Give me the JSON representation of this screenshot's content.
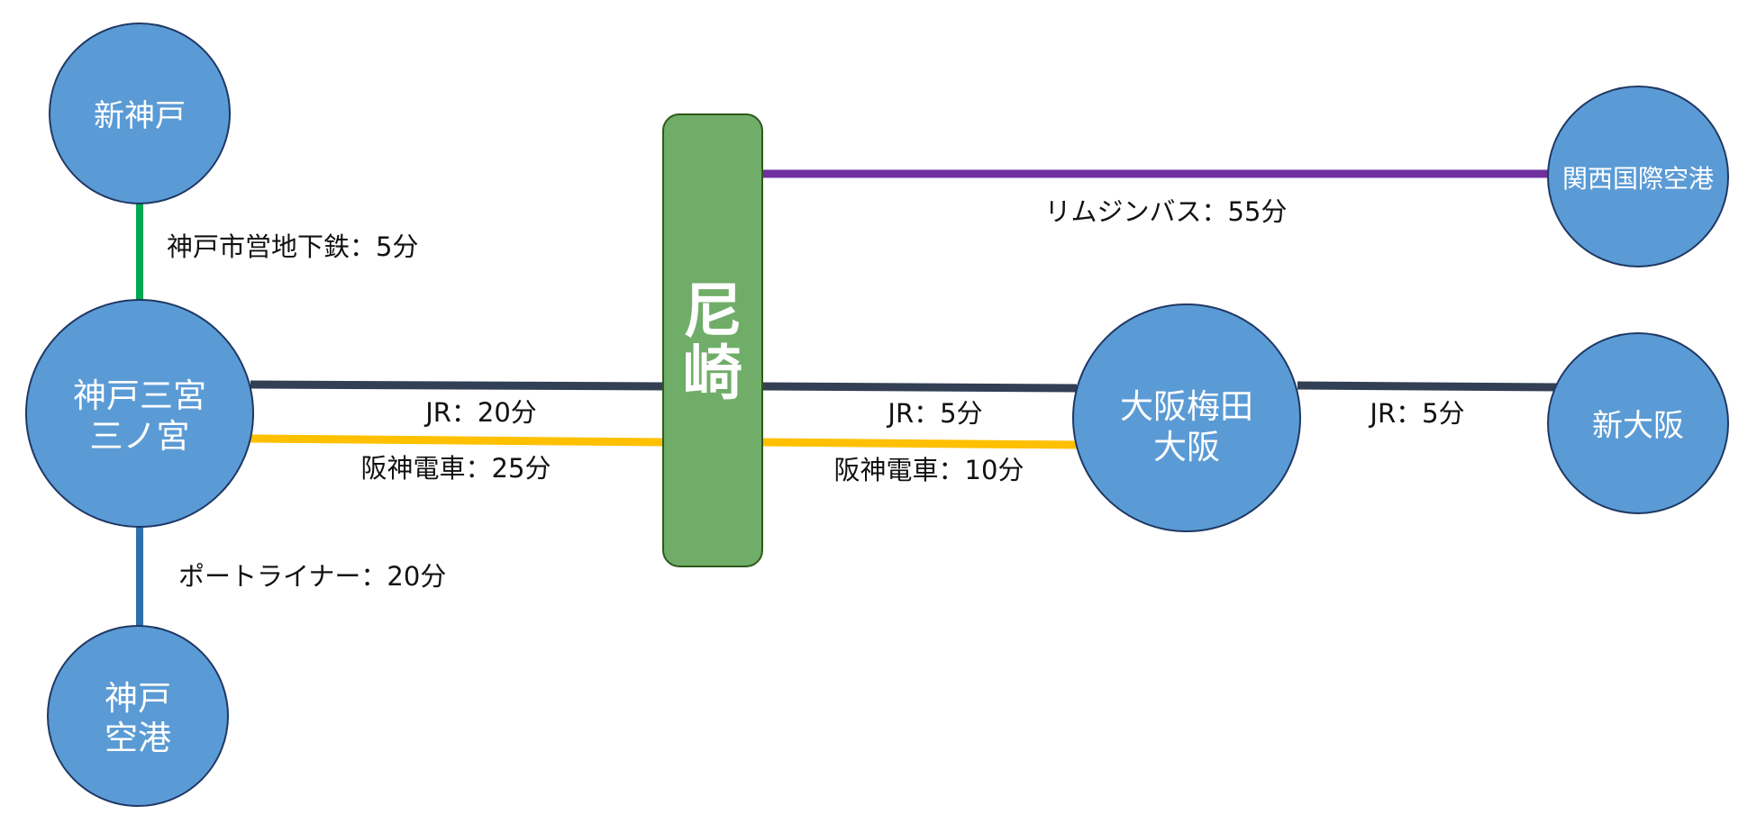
{
  "stations": {
    "shin_kobe": {
      "lines": [
        "新神戸"
      ]
    },
    "sannomiya": {
      "lines": [
        "神戸三宮",
        "三ノ宮"
      ]
    },
    "kobe_airport": {
      "lines": [
        "神戸",
        "空港"
      ]
    },
    "amagasaki": {
      "lines": [
        "尼",
        "崎"
      ]
    },
    "osaka_umeda": {
      "lines": [
        "大阪梅田",
        "大阪"
      ]
    },
    "shin_osaka": {
      "lines": [
        "新大阪"
      ]
    },
    "kansai_airport": {
      "lines": [
        "関西国際空港"
      ]
    }
  },
  "routes": {
    "subway": {
      "label": "神戸市営地下鉄：5分",
      "color": "#00a84f"
    },
    "portliner": {
      "label": "ポートライナー：20分",
      "color": "#2e6fb0"
    },
    "jr_sannomiya_amagasaki": {
      "label": "JR：20分",
      "color": "#323f54"
    },
    "hanshin_sannomiya_amagasaki": {
      "label": "阪神電車：25分",
      "color": "#ffc000"
    },
    "jr_amagasaki_osaka": {
      "label": "JR：5分",
      "color": "#323f54"
    },
    "hanshin_amagasaki_osaka": {
      "label": "阪神電車：10分",
      "color": "#ffc000"
    },
    "jr_osaka_shinosaka": {
      "label": "JR：5分",
      "color": "#323f54"
    },
    "limousine_bus": {
      "label": "リムジンバス：55分",
      "color": "#7030a0"
    }
  },
  "colors": {
    "station_fill": "#5b9bd5",
    "station_stroke": "#1f3864",
    "hub_fill": "#70ad68",
    "hub_stroke": "#2e5a1c"
  }
}
